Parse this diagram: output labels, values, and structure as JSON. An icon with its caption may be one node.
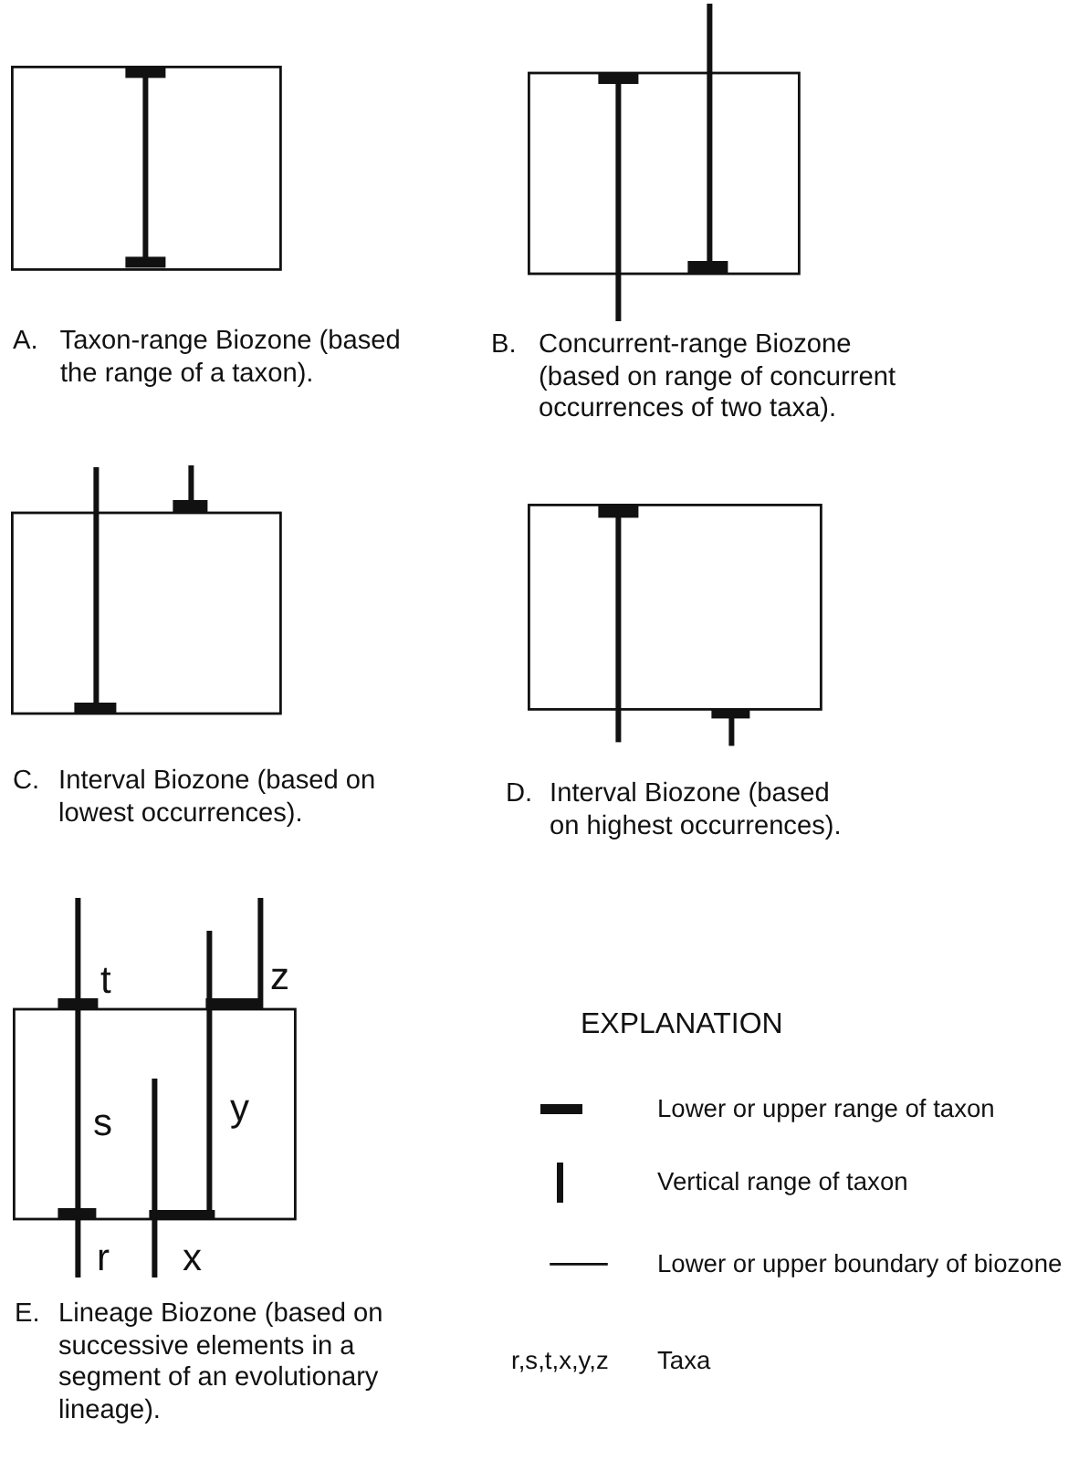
{
  "diagram": {
    "labels": [
      "A. Taxon-range Biozone (based the range of a taxon).",
      "B. Concurrent-range Biozone (based on range of concurrent occurrences of two taxa).",
      "C. Interval Biozone (based on lowest occurrences).",
      "D. Interval Biozone (based on highest occurrences).",
      "t",
      "z",
      "s",
      "y",
      "r",
      "x",
      "E. Lineage Biozone (based on successive elements in a segment of an evolutionary lineage).",
      "EXPLANATION",
      "r,s,t,x,y,z"
    ],
    "legend": [
      {
        "text": "Lower or upper range of taxon"
      },
      {
        "text": "Vertical range of taxon"
      },
      {
        "text": "Lower or upper boundary of biozone"
      },
      {
        "text": "Taxa"
      }
    ]
  }
}
